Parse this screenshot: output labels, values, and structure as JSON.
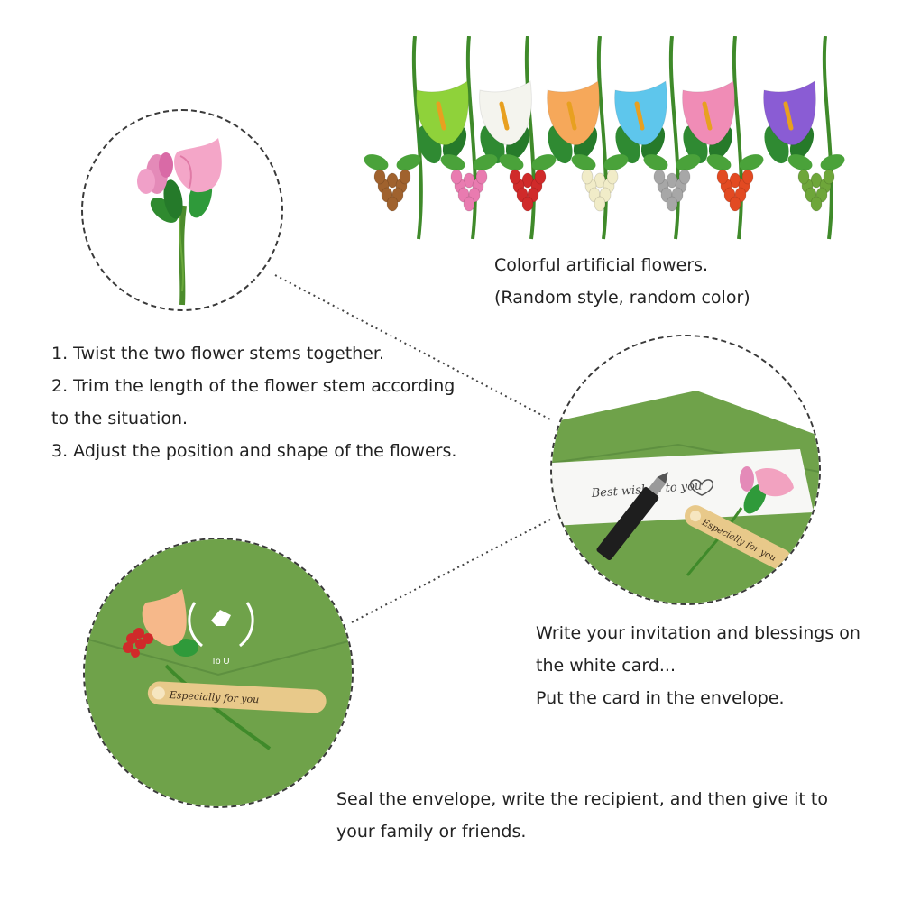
{
  "flowers_caption": {
    "line1": "Colorful artificial flowers.",
    "line2": "(Random style, random color)"
  },
  "steps": {
    "line1": "1. Twist the two flower stems together.",
    "line2": "2. Trim the length of the flower stem according",
    "line3": "to the situation.",
    "line4": "3. Adjust the position and shape of the flowers."
  },
  "card_caption": {
    "line1": "Write your invitation and blessings on",
    "line2": "the white card...",
    "line3": "Put the card in the envelope."
  },
  "seal_caption": {
    "line1": "Seal the envelope, write the recipient, and then give it to",
    "line2": "your family or friends."
  },
  "card": {
    "wish_text": "Best wishes to you",
    "tag_text": "Especially for you"
  },
  "envelope": {
    "to_text": "To U",
    "tag_text": "Especially for you"
  },
  "colors": {
    "envelope_green": "#6fa24a",
    "stem_green": "#3f8a2a",
    "tag_kraft": "#e8c98a",
    "dash": "#3a3a3a"
  },
  "flower_colors": [
    "#8fd23a",
    "#f4f4ee",
    "#f6a85a",
    "#5ec6ec",
    "#f08cb6",
    "#8a5cd4"
  ],
  "berry_colors": [
    "#a0622e",
    "#e97bb0",
    "#d02a2a",
    "#f1ecc8",
    "#a7a7a7",
    "#e24a22",
    "#6ea63a"
  ]
}
